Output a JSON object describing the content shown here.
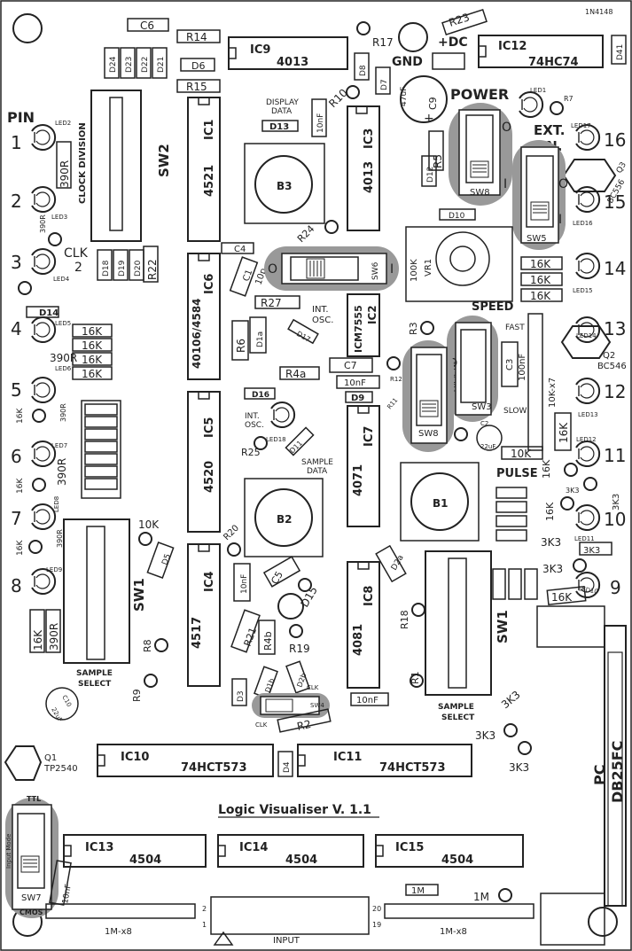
{
  "board_title": "Logic Visualiser V. 1.1",
  "pin_header": "PIN",
  "pin_numbers_left": [
    "1",
    "2",
    "3",
    "4",
    "5",
    "6",
    "7",
    "8"
  ],
  "pin_numbers_right": [
    "16",
    "15",
    "14",
    "13",
    "12",
    "11",
    "10",
    "9"
  ],
  "ics": {
    "ic1": "IC1",
    "ic1_part": "4521",
    "ic3": "IC3",
    "ic3_part": "4013",
    "ic9": "IC9",
    "ic9_part": "4013",
    "ic12": "IC12",
    "ic12_part": "74HC74",
    "ic6": "IC6",
    "ic6_part": "40106/4584",
    "ic2": "IC2",
    "ic2_part": "ICM7555",
    "ic5": "IC5",
    "ic5_part": "4520",
    "ic7": "IC7",
    "ic7_part": "4071",
    "ic4": "IC4",
    "ic4_part": "4517",
    "ic8": "IC8",
    "ic8_part": "4081",
    "ic10": "IC10",
    "ic10_part": "74HCT573",
    "ic11": "IC11",
    "ic11_part": "74HCT573",
    "ic13": "IC13",
    "ic13_part": "4504",
    "ic14": "IC14",
    "ic14_part": "4504",
    "ic15": "IC15",
    "ic15_part": "4504"
  },
  "labels": {
    "c6": "C6",
    "r14": "R14",
    "r15": "R15",
    "d6": "D6",
    "d24": "D24",
    "d23": "D23",
    "d22": "D22",
    "d21": "D21",
    "d18": "D18",
    "d19": "D19",
    "d20": "D20",
    "r22": "R22",
    "clock_division": "CLOCK DIVISION",
    "sw2": "SW2",
    "clk": "CLK",
    "clk_num": "2",
    "r23": "R23",
    "n4148": "1N4148",
    "r17": "R17",
    "dc_plus": "+DC",
    "gnd": "GND",
    "d8": "D8",
    "d7": "D7",
    "c9_val": "47uF",
    "c9": "C9",
    "d41": "D41",
    "power": "POWER",
    "led1": "LED1",
    "r7": "R7",
    "led17": "LED17",
    "ext": "EXT.",
    "en": "EN.",
    "r10": "R10",
    "c10nf": "10nF",
    "display_data": "DISPLAY",
    "display_data2": "DATA",
    "d13": "D13",
    "b3": "B3",
    "r5": "R5",
    "d12": "D12",
    "sw8": "SW8",
    "sw5": "SW5",
    "q3": "Q3",
    "bc556": "BC556",
    "led16": "LED16",
    "d10": "D10",
    "r24": "R24",
    "c4": "C4",
    "c1": "C1",
    "c1_val": "10p",
    "sw6": "SW6",
    "vr1_val": "100K",
    "vr1": "VR1",
    "r16k": "16K",
    "led15": "LED15",
    "int_osc": "INT.",
    "int_osc2": "OSC.",
    "r27": "R27",
    "speed": "SPEED",
    "fast": "FAST",
    "slow": "SLOW",
    "led14": "LED14",
    "q2": "Q2",
    "bc546": "BC546",
    "r6": "R6",
    "d1a": "D1a",
    "d17": "D17",
    "r3": "R3",
    "c7": "C7",
    "r12": "R12",
    "r4a": "R4a",
    "d9": "D9",
    "r11": "R11",
    "c3": "C3",
    "c3_val": "100nF",
    "sw3": "SW3",
    "pulse_en": "PULSE EN",
    "c2": "C2",
    "c2_val": "22uF",
    "r10k": "10K",
    "r10kx7": "10K-x7",
    "led13": "LED13",
    "led12": "LED12",
    "d16": "D16",
    "led18": "LED18",
    "r25": "R25",
    "d11": "D11",
    "sample_data": "SAMPLE",
    "sample_data2": "DATA",
    "pulse": "PULSE",
    "b1": "B1",
    "r16k_b": "16K",
    "r3k3": "3K3",
    "led11": "LED11",
    "led10": "LED10",
    "r20": "R20",
    "b2": "B2",
    "d5": "D5",
    "c5": "C5",
    "d15": "D15",
    "d2a": "D2a",
    "sw1": "SW1",
    "r18": "R18",
    "r21": "R21",
    "r4b": "R4b",
    "r19": "R19",
    "r8": "R8",
    "r9": "R9",
    "sample_select": "SAMPLE",
    "sample_select2": "SELECT",
    "d3": "D3",
    "d1b": "D1b",
    "d2b": "D2b",
    "sw4": "SW4",
    "r2": "R2",
    "r1": "R1",
    "c10": "C10",
    "c10_val": "22uF",
    "q1": "Q1",
    "q1_part": "TP2540",
    "d4": "D4",
    "pc": "PC",
    "db25fc": "DB25FC",
    "ttl": "TTL",
    "cmos": "CMOS",
    "input_mode": "Input Mode",
    "sw7": "SW7",
    "c_10nf": "10nF",
    "r1m_x8": "1M-x8",
    "r1m": "1M",
    "input": "INPUT",
    "led2": "LED2",
    "led3": "LED3",
    "led4": "LED4",
    "led5": "LED5",
    "led6": "LED6",
    "led7": "LED7",
    "led8": "LED8",
    "led9": "LED9",
    "r390": "390R",
    "r390_s": "390R",
    "r16k_l": "16K",
    "d14": "D14",
    "conn_2": "2",
    "conn_1": "1",
    "conn_20": "20",
    "conn_19": "19"
  },
  "colors": {
    "silk": "#222222",
    "switch_fill": "#999999",
    "board": "#ffffff"
  }
}
